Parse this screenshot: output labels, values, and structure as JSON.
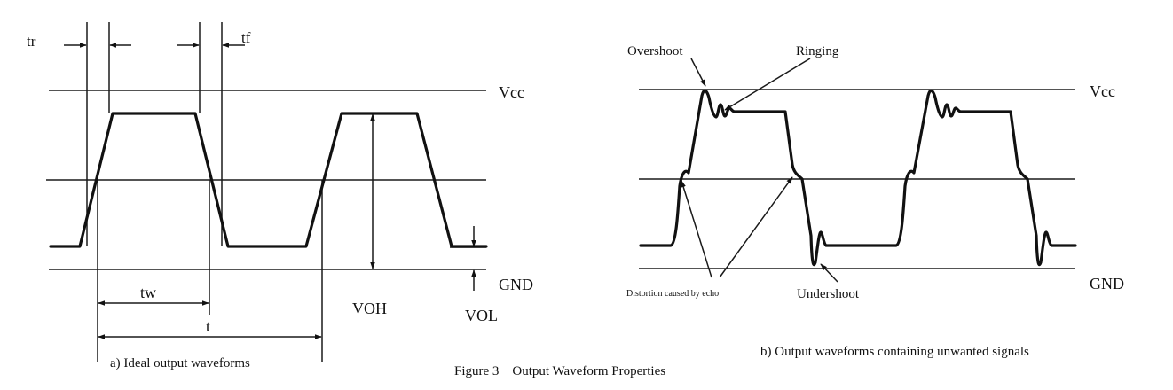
{
  "figure": {
    "caption": "Figure 3    Output Waveform Properties"
  },
  "panel_a": {
    "subcaption": "a) Ideal output waveforms",
    "labels": {
      "tr": "tr",
      "tf": "tf",
      "vcc": "Vcc",
      "gnd": "GND",
      "tw": "tw",
      "t": "t",
      "voh": "VOH",
      "vol": "VOL"
    }
  },
  "panel_b": {
    "subcaption": "b) Output waveforms containing unwanted signals",
    "labels": {
      "overshoot": "Overshoot",
      "ringing": "Ringing",
      "vcc": "Vcc",
      "gnd": "GND",
      "distortion": "Distortion caused by echo",
      "undershoot": "Undershoot"
    }
  }
}
